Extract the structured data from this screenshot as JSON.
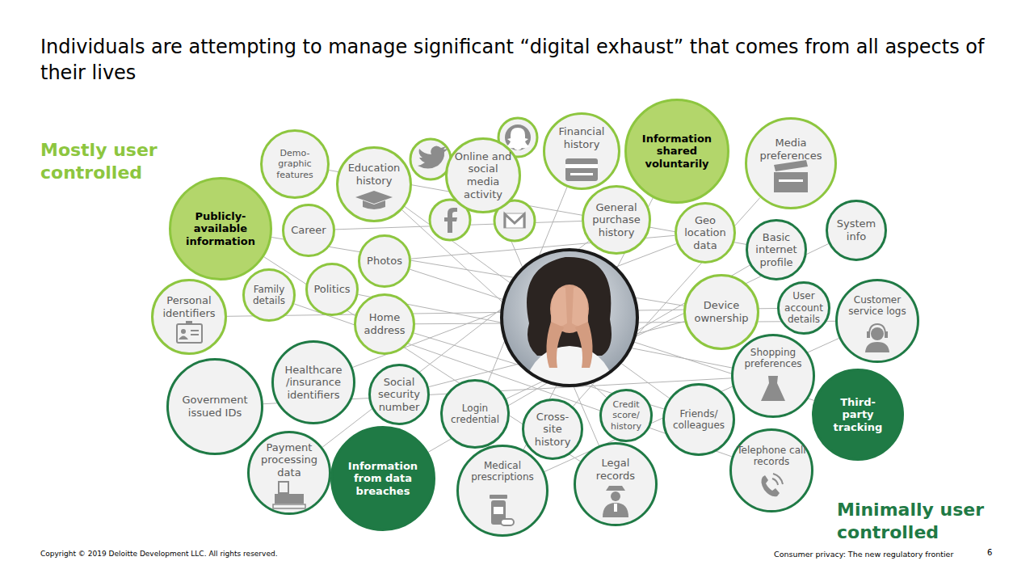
{
  "diagram": {
    "title": "Individuals are attempting to manage significant “digital exhaust” that comes from all aspects of their lives",
    "nodes": [
      {
        "text": [
          "Demo- graphic features"
        ]
      },
      {
        "text": [
          "Education history"
        ]
      },
      {
        "text": [
          "Online and social media activity"
        ]
      },
      {
        "text": [
          "Financial history"
        ]
      },
      {
        "text": [
          "Information shared voluntarily"
        ]
      },
      {
        "text": [
          "Media preferences"
        ]
      },
      {
        "text": [
          "Publicly- available information"
        ]
      },
      {
        "text": [
          "Career"
        ]
      },
      {
        "text": [
          "General purchase history"
        ]
      },
      {
        "text": [
          "Geo location data"
        ]
      },
      {
        "text": [
          "System info"
        ]
      },
      {
        "text": [
          "Basic internet profile"
        ]
      },
      {
        "text": [
          "Photos"
        ]
      },
      {
        "text": [
          "Personal identifiers"
        ]
      },
      {
        "text": [
          "Family details"
        ]
      },
      {
        "text": [
          "Politics"
        ]
      },
      {
        "text": [
          "Home address"
        ]
      },
      {
        "text": [
          "Device ownership"
        ]
      },
      {
        "text": [
          "User account details"
        ]
      },
      {
        "text": [
          "Customer service logs"
        ]
      },
      {
        "text": [
          "Government issued IDs"
        ]
      },
      {
        "text": [
          "Healthcare /insurance identifiers"
        ]
      },
      {
        "text": [
          "Social security number"
        ]
      },
      {
        "text": [
          "Shopping preferences"
        ]
      },
      {
        "text": [
          "Login credential"
        ]
      },
      {
        "text": [
          "Cross- site history"
        ]
      },
      {
        "text": [
          "Credit score/ history"
        ]
      },
      {
        "text": [
          "Friends/ colleagues"
        ]
      },
      {
        "text": [
          "Third- party tracking"
        ]
      },
      {
        "text": [
          "Payment processing data"
        ]
      },
      {
        "text": [
          "Information from data breaches"
        ]
      },
      {
        "text": [
          "Medical prescriptions"
        ]
      },
      {
        "text": [
          "Legal records"
        ]
      },
      {
        "text": [
          "Telephone call records"
        ]
      }
    ],
    "edges": [
      {
        "from": 6,
        "to": 17,
        "arrow": "none"
      },
      {
        "from": 12,
        "to": 9,
        "arrow": "none"
      },
      {
        "from": 16,
        "to": 19,
        "arrow": "none"
      },
      {
        "from": 15,
        "to": 23,
        "arrow": "none"
      },
      {
        "from": 13,
        "to": 18,
        "arrow": "none"
      },
      {
        "from": 7,
        "to": 8,
        "arrow": "none"
      },
      {
        "from": 1,
        "to": 27,
        "arrow": "none"
      },
      {
        "from": 0,
        "to": 11,
        "arrow": "none"
      },
      {
        "from": 2,
        "to": 32,
        "arrow": "none"
      },
      {
        "from": 3,
        "to": 24,
        "arrow": "none"
      },
      {
        "from": 4,
        "to": 31,
        "arrow": "none"
      },
      {
        "from": 5,
        "to": 25,
        "arrow": "none"
      },
      {
        "from": 8,
        "to": 29,
        "arrow": "none"
      },
      {
        "from": 9,
        "to": 21,
        "arrow": "none"
      },
      {
        "from": 17,
        "to": 22,
        "arrow": "none"
      },
      {
        "from": 23,
        "to": 20,
        "arrow": "none"
      },
      {
        "from": 27,
        "to": 16,
        "arrow": "none"
      },
      {
        "from": 28,
        "to": 12,
        "arrow": "none"
      },
      {
        "from": 33,
        "to": 14,
        "arrow": "none"
      },
      {
        "from": 26,
        "to": 1,
        "arrow": "none"
      },
      {
        "from": 10,
        "to": 24,
        "arrow": "none"
      },
      {
        "from": 11,
        "to": 30,
        "arrow": "none"
      },
      {
        "from": 19,
        "to": 31,
        "arrow": "none"
      },
      {
        "from": 32,
        "to": 6,
        "arrow": "none"
      }
    ],
    "labels": [
      "Mostly user controlled",
      "Minimally user controlled",
      "Copyright © 2019 Deloitte Development LLC. All rights reserved.",
      "Consumer privacy: The new regulatory frontier",
      "6"
    ]
  }
}
